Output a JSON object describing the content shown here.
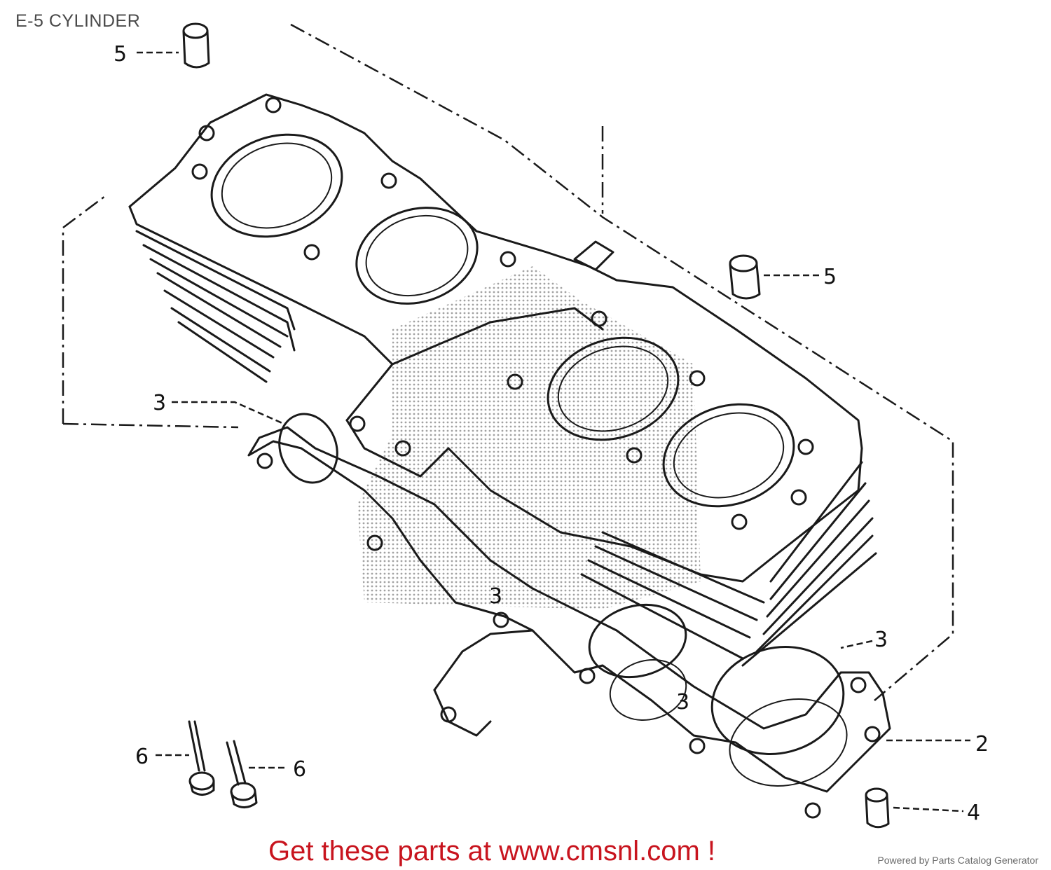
{
  "page": {
    "title": "E-5 CYLINDER"
  },
  "callouts": [
    {
      "id": "callout-5-top-left",
      "label": "5"
    },
    {
      "id": "callout-5-right",
      "label": "5"
    },
    {
      "id": "callout-3-left",
      "label": "3"
    },
    {
      "id": "callout-3-center",
      "label": "3"
    },
    {
      "id": "callout-3-lower",
      "label": "3"
    },
    {
      "id": "callout-3-right",
      "label": "3"
    },
    {
      "id": "callout-2",
      "label": "2"
    },
    {
      "id": "callout-4",
      "label": "4"
    },
    {
      "id": "callout-6-left",
      "label": "6"
    },
    {
      "id": "callout-6-right",
      "label": "6"
    }
  ],
  "footer": {
    "cta_text": "Get these parts at www.cmsnl.com !",
    "powered_by": "Powered by Parts Catalog Generator"
  },
  "colors": {
    "cta": "#c8141e",
    "line": "#1a1a1a",
    "title": "#4a4a4a"
  }
}
